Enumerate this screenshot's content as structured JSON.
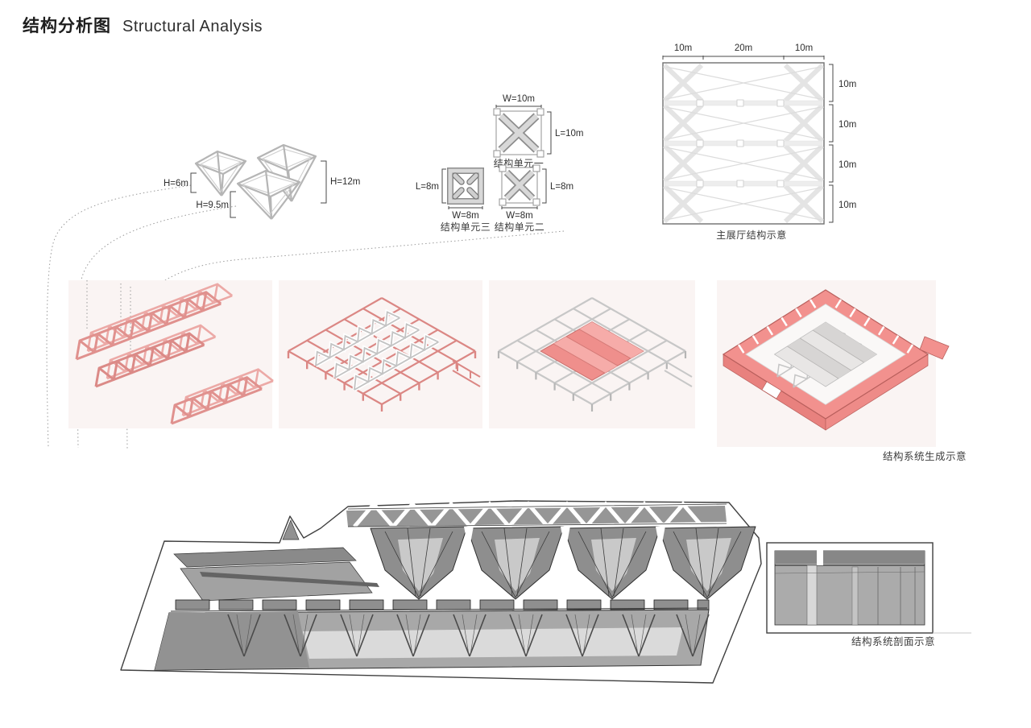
{
  "title": {
    "zh": "结构分析图",
    "en": "Structural Analysis"
  },
  "colors": {
    "accent_red": "#F2918E",
    "accent_red_dark": "#C46865",
    "panel_bg": "#FAF4F3",
    "struct_gray": "#9A9A9A",
    "line": "#3C3C3C"
  },
  "unit_sketches": {
    "h_small": "H=6m",
    "h_mid": "H=9.5m",
    "h_large": "H=12m"
  },
  "units": {
    "unit1": {
      "width": "W=10m",
      "length": "L=10m",
      "caption": "结构单元一"
    },
    "unit2": {
      "width": "W=8m",
      "length": "L=8m",
      "caption": "结构单元二"
    },
    "unit3": {
      "width": "W=8m",
      "length": "L=8m",
      "caption": "结构单元三"
    }
  },
  "plan": {
    "top_dims": [
      "10m",
      "20m",
      "10m"
    ],
    "right_dims": [
      "10m",
      "10m",
      "10m",
      "10m"
    ],
    "caption": "主展厅结构示意"
  },
  "generation": {
    "caption": "结构系统生成示意"
  },
  "section": {
    "caption": "结构系统剖面示意"
  }
}
